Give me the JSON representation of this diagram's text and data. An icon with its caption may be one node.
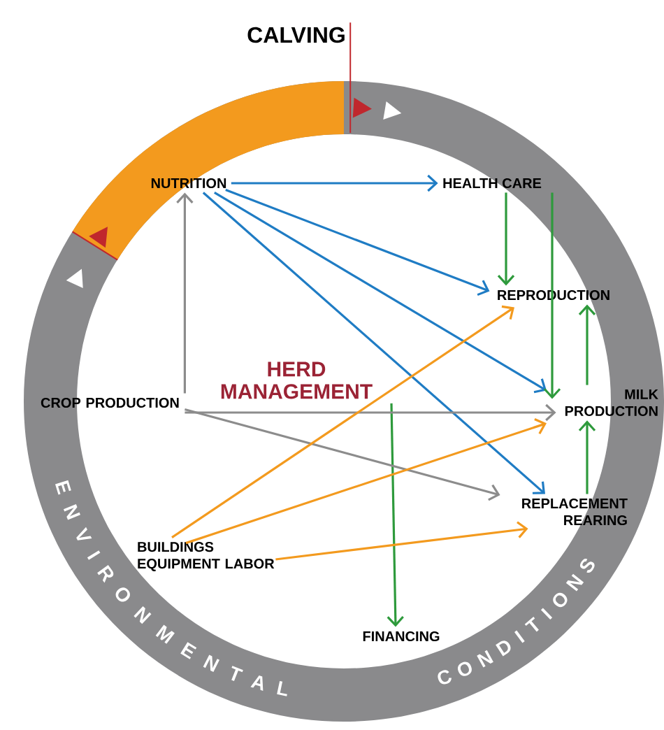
{
  "diagram": {
    "nodes": [
      {
        "text": [
          "CALVING"
        ]
      },
      {
        "text": [
          "NUTRITION"
        ]
      },
      {
        "text": [
          "HEALTH CARE"
        ]
      },
      {
        "text": [
          "REPRODUCTION"
        ]
      },
      {
        "text": [
          "HERD MANAGEMENT"
        ]
      },
      {
        "text": [
          "CROP PRODUCTION"
        ]
      },
      {
        "text": [
          "MILK PRODUCTION"
        ]
      },
      {
        "text": [
          "BUILDINGS EQUIPMENT LABOR"
        ]
      },
      {
        "text": [
          "REPLACEMENT REARING"
        ]
      },
      {
        "text": [
          "FINANCING"
        ]
      }
    ],
    "edges": [
      {
        "from": 0,
        "to": null,
        "arrow": "none",
        "color": "#c0272d"
      },
      {
        "from": 1,
        "to": 2,
        "arrow": "to",
        "color": "#1f7cc4"
      },
      {
        "from": 1,
        "to": 3,
        "arrow": "to",
        "color": "#1f7cc4"
      },
      {
        "from": 1,
        "to": 6,
        "arrow": "to",
        "color": "#1f7cc4"
      },
      {
        "from": 1,
        "to": 8,
        "arrow": "to",
        "color": "#1f7cc4"
      },
      {
        "from": 2,
        "to": 3,
        "arrow": "to"
      },
      {
        "from": 2,
        "to": 6,
        "arrow": "to"
      },
      {
        "from": 6,
        "to": 3,
        "arrow": "to"
      },
      {
        "from": 8,
        "to": 6,
        "arrow": "to"
      },
      {
        "from": 4,
        "to": 9,
        "arrow": "to"
      },
      {
        "from": 5,
        "to": 1,
        "arrow": "to",
        "color": "#8c8c8c"
      },
      {
        "from": 5,
        "to": 6,
        "arrow": "to",
        "color": "#8c8c8c"
      },
      {
        "from": 5,
        "to": 8,
        "arrow": "to",
        "color": "#8c8c8c"
      },
      {
        "from": 7,
        "to": 3,
        "arrow": "to",
        "color": "#f39a1e"
      },
      {
        "from": 7,
        "to": 6,
        "arrow": "to",
        "color": "#f39a1e"
      },
      {
        "from": 7,
        "to": 8,
        "arrow": "to",
        "color": "#f39a1e"
      }
    ],
    "labels": [
      "ENVIRONMENTAL",
      "CONDITIONS"
    ]
  }
}
